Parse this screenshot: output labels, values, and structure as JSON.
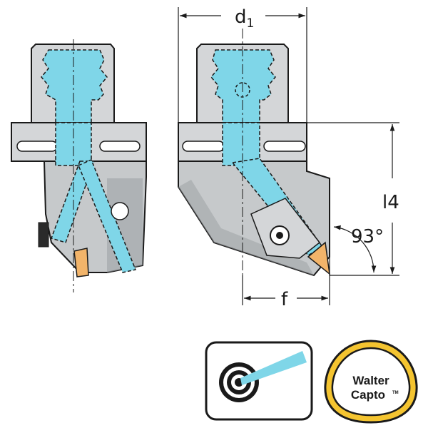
{
  "dimensions": {
    "d1": {
      "main": "d",
      "sub": "1"
    },
    "l4": "l4",
    "f": "f",
    "angle": "93°"
  },
  "badges": {
    "coolant": {
      "icon": "coolant-target-icon"
    },
    "walter_capto": {
      "line1": "Walter",
      "line2": "Capto",
      "tm": "TM"
    }
  },
  "colors": {
    "coolant": "#7fd6e8",
    "tool_body": "#d4d6d8",
    "tool_dark": "#9fa3a6",
    "insert": "#f2b46a",
    "capto_ring": "#f4c430"
  }
}
